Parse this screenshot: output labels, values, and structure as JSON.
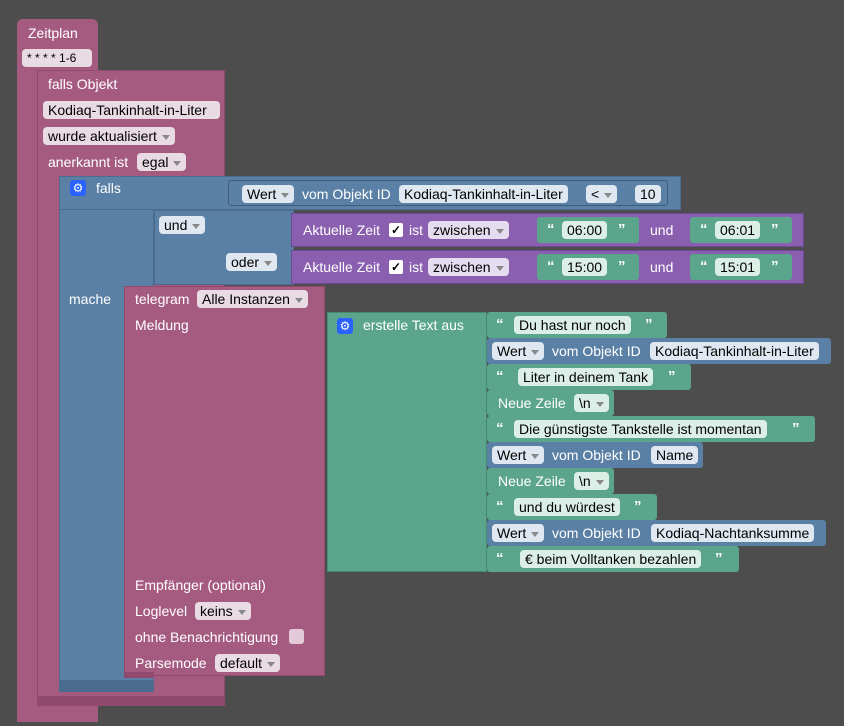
{
  "schedule": {
    "title": "Zeitplan",
    "cron": "* * * * 1-6"
  },
  "trigger": {
    "label": "falls Objekt",
    "object": "Kodiaq-Tankinhalt-in-Liter",
    "event": "wurde aktualisiert",
    "ack_label": "anerkannt ist",
    "ack_value": "egal"
  },
  "if_block": {
    "falls": "falls",
    "mache": "mache",
    "und": "und",
    "oder": "oder"
  },
  "compare": {
    "wert": "Wert",
    "vom": "vom Objekt ID",
    "object": "Kodiaq-Tankinhalt-in-Liter",
    "op": "<",
    "value": "10"
  },
  "time1": {
    "label": "Aktuelle Zeit",
    "check": "✓",
    "ist": "ist",
    "mode": "zwischen",
    "from": "06:00",
    "und": "und",
    "to": "06:01"
  },
  "time2": {
    "label": "Aktuelle Zeit",
    "check": "✓",
    "ist": "ist",
    "mode": "zwischen",
    "from": "15:00",
    "und": "und",
    "to": "15:01"
  },
  "telegram": {
    "label": "telegram",
    "instance": "Alle Instanzen",
    "message": "Meldung",
    "recipient": "Empfänger (optional)",
    "loglevel_label": "Loglevel",
    "loglevel": "keins",
    "silent": "ohne Benachrichtigung",
    "parsemode_label": "Parsemode",
    "parsemode": "default"
  },
  "text": {
    "create": "erstelle Text aus",
    "t1": "Du hast nur noch",
    "w1": "Wert",
    "v1": "vom Objekt ID",
    "o1": "Kodiaq-Tankinhalt-in-Liter",
    "t2": "Liter in deinem Tank",
    "nl1": "Neue Zeile",
    "nl1v": "\\n",
    "t3": "Die günstigste Tankstelle ist momentan",
    "w2": "Wert",
    "v2": "vom Objekt ID",
    "o2": "Name",
    "nl2": "Neue Zeile",
    "nl2v": "\\n",
    "t4": "und du würdest",
    "w3": "Wert",
    "v3": "vom Objekt ID",
    "o3": "Kodiaq-Nachtanksumme",
    "t5": "€ beim Volltanken bezahlen"
  },
  "icons": {
    "gear": "gear-icon",
    "quote_open": "“",
    "quote_close": "”"
  }
}
